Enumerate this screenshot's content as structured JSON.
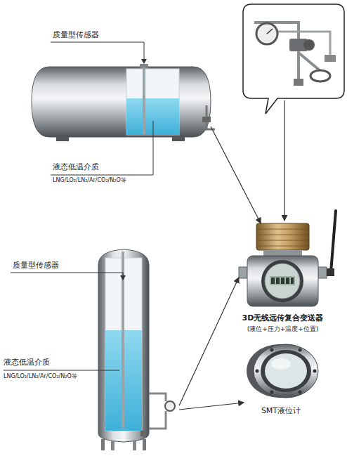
{
  "diagram": {
    "nodes": [
      {
        "text": [
          "质量型传感器",
          "液态低温介质",
          "LNG/LO₂/LN₂/Ar/CO₂/N₂O等"
        ]
      },
      {
        "text": [
          "3D无线远传复合变送器",
          "(液位+压力+温度+位置)"
        ]
      },
      {
        "text": [
          "质量型传感器",
          "液态低温介质",
          "LNG/LO₂/LN₂/Ar/CO₂/N₂O等"
        ]
      },
      {
        "text": [
          "SMT液位计"
        ]
      }
    ],
    "edges": [
      {
        "from": 0,
        "to": 1,
        "arrow": "to"
      },
      {
        "from": 2,
        "to": 1,
        "arrow": "to"
      },
      {
        "from": 2,
        "to": 3,
        "arrow": "to"
      }
    ]
  }
}
